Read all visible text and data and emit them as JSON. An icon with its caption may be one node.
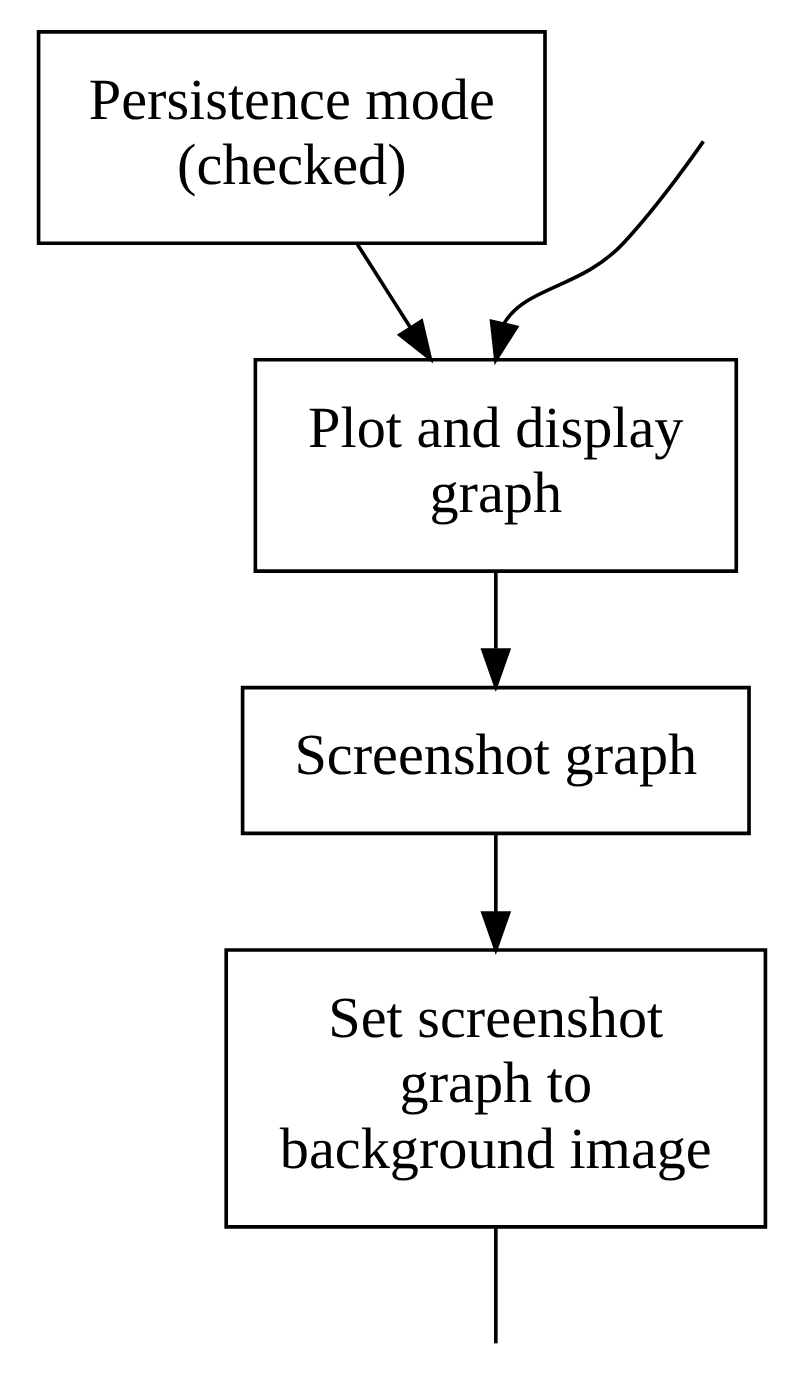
{
  "diagram": {
    "nodes": [
      {
        "text": [
          "Persistence mode (checked)"
        ]
      },
      {
        "text": [
          "Plot and display graph"
        ]
      },
      {
        "text": [
          "Screenshot graph"
        ]
      },
      {
        "text": [
          "Set screenshot graph to background image"
        ]
      }
    ],
    "edges": [
      {
        "from": 0,
        "to": 1,
        "arrow": "to"
      },
      {
        "from": null,
        "to": 1,
        "arrow": "to"
      },
      {
        "from": 1,
        "to": 2,
        "arrow": "to"
      },
      {
        "from": 2,
        "to": 3,
        "arrow": "to"
      },
      {
        "from": 3,
        "to": null,
        "arrow": "none"
      }
    ]
  }
}
